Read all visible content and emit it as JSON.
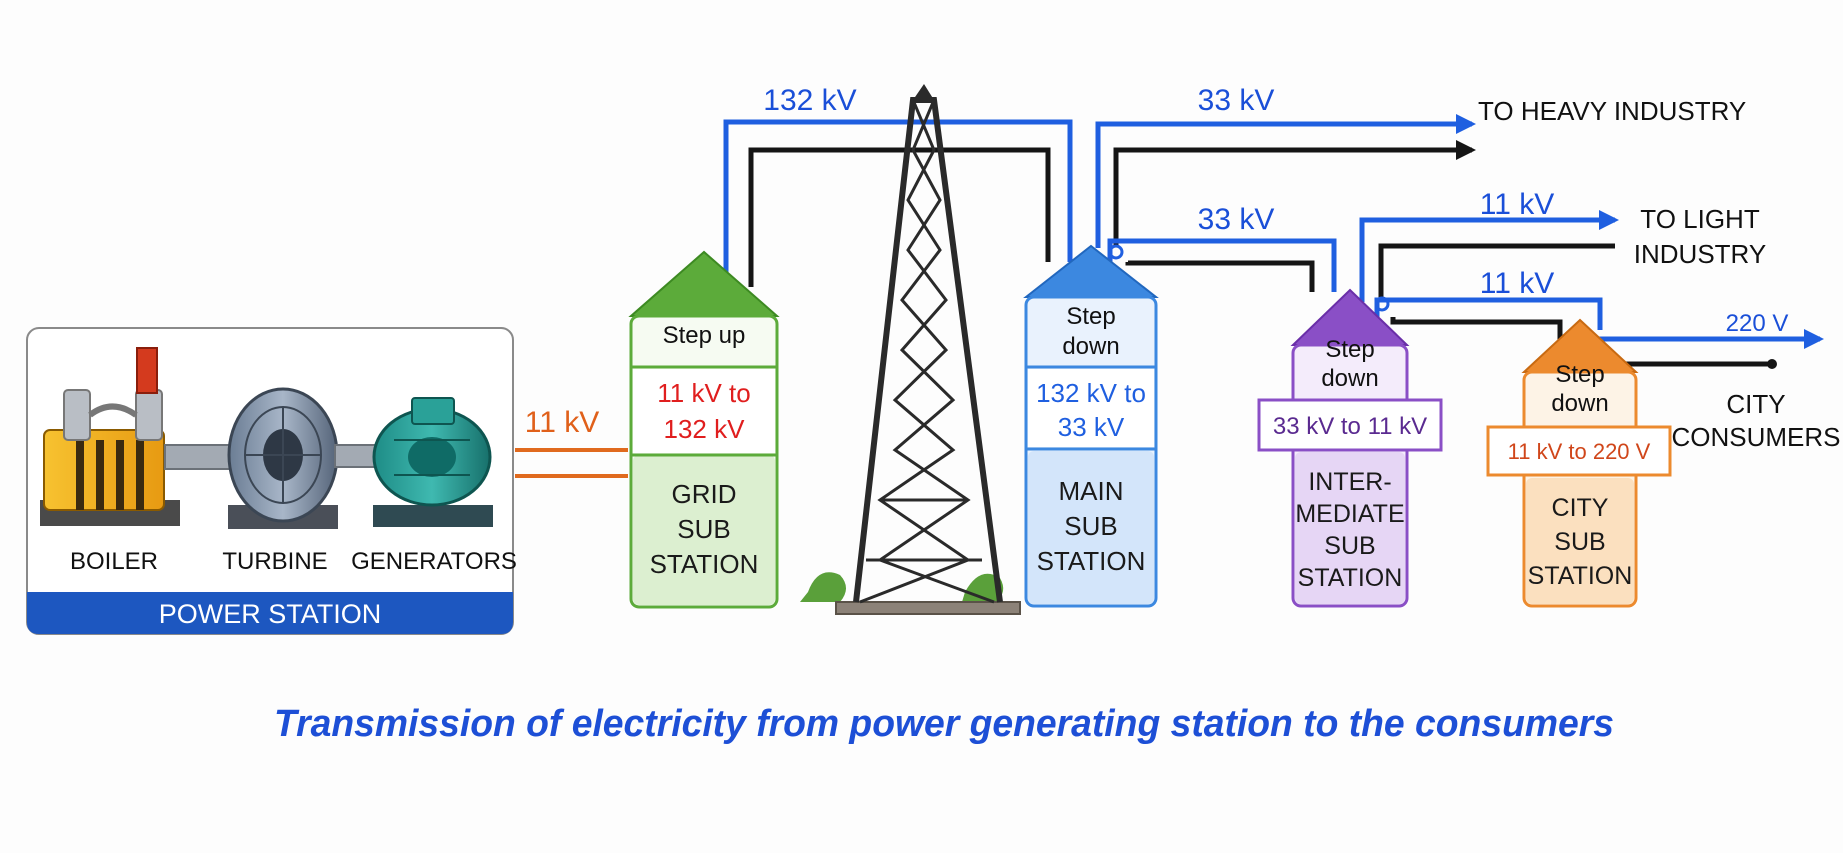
{
  "power_station": {
    "title": "POWER STATION",
    "labels": {
      "boiler": "BOILER",
      "turbine": "TURBINE",
      "generators": "GENERATORS"
    }
  },
  "link_voltage": "11 kV",
  "grid_substation": {
    "type_label": "Step up",
    "conversion": [
      "11 kV to",
      "132 kV"
    ],
    "name": [
      "GRID",
      "SUB",
      "STATION"
    ]
  },
  "main_substation": {
    "type_label": [
      "Step",
      "down"
    ],
    "conversion": [
      "132 kV to",
      "33 kV"
    ],
    "name": [
      "MAIN",
      "SUB",
      "STATION"
    ]
  },
  "intermediate_substation": {
    "type_label": [
      "Step",
      "down"
    ],
    "conversion": "33 kV to 11 kV",
    "name": [
      "INTER-",
      "MEDIATE",
      "SUB",
      "STATION"
    ]
  },
  "city_substation": {
    "type_label": [
      "Step",
      "down"
    ],
    "conversion": "11 kV to 220 V",
    "name": [
      "CITY",
      "SUB",
      "STATION"
    ]
  },
  "line_voltages": {
    "transmission": "132 kV",
    "heavy_industry": "33 kV",
    "to_intermediate": "33 kV",
    "light_industry": "11 kV",
    "to_city": "11 kV",
    "consumers": "220 V"
  },
  "destinations": {
    "heavy_industry": "TO HEAVY INDUSTRY",
    "light_industry": [
      "TO LIGHT",
      "INDUSTRY"
    ],
    "city_consumers": [
      "CITY",
      "CONSUMERS"
    ]
  },
  "caption": "Transmission of electricity from power generating station to the consumers",
  "colors": {
    "grid": "#5cab3a",
    "main": "#3c88e0",
    "intermediate": "#8a4fc6",
    "city": "#ec8a2e",
    "wire_blue": "#1f5fe0",
    "conversion_red": "#e01e1e",
    "power_station_bar": "#1d57c0"
  }
}
